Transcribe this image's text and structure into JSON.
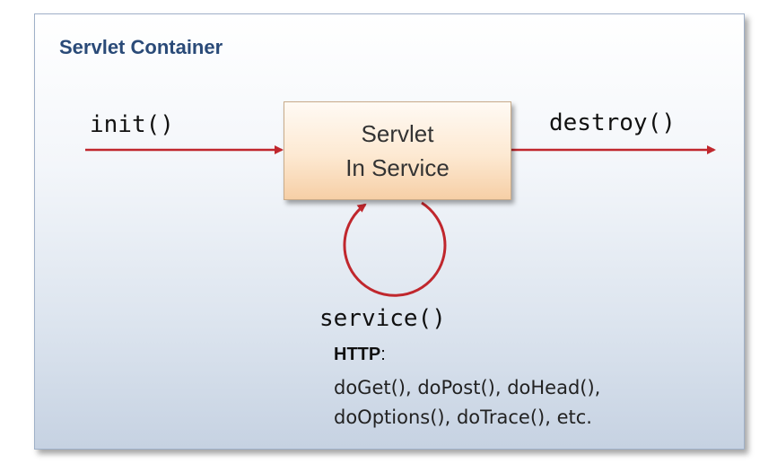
{
  "container_title": "Servlet Container",
  "servlet_box": {
    "line1": "Servlet",
    "line2": "In Service"
  },
  "init_label": "init()",
  "destroy_label": "destroy()",
  "service_label": "service()",
  "http": {
    "prefix": "HTTP",
    "suffix": ":",
    "methods_line1": "doGet(), doPost(), doHead(),",
    "methods_line2": "doOptions(), doTrace(), etc."
  },
  "colors": {
    "arrow": "#c0272d",
    "title": "#2a4a78",
    "box_fill": "#fde9d2"
  }
}
